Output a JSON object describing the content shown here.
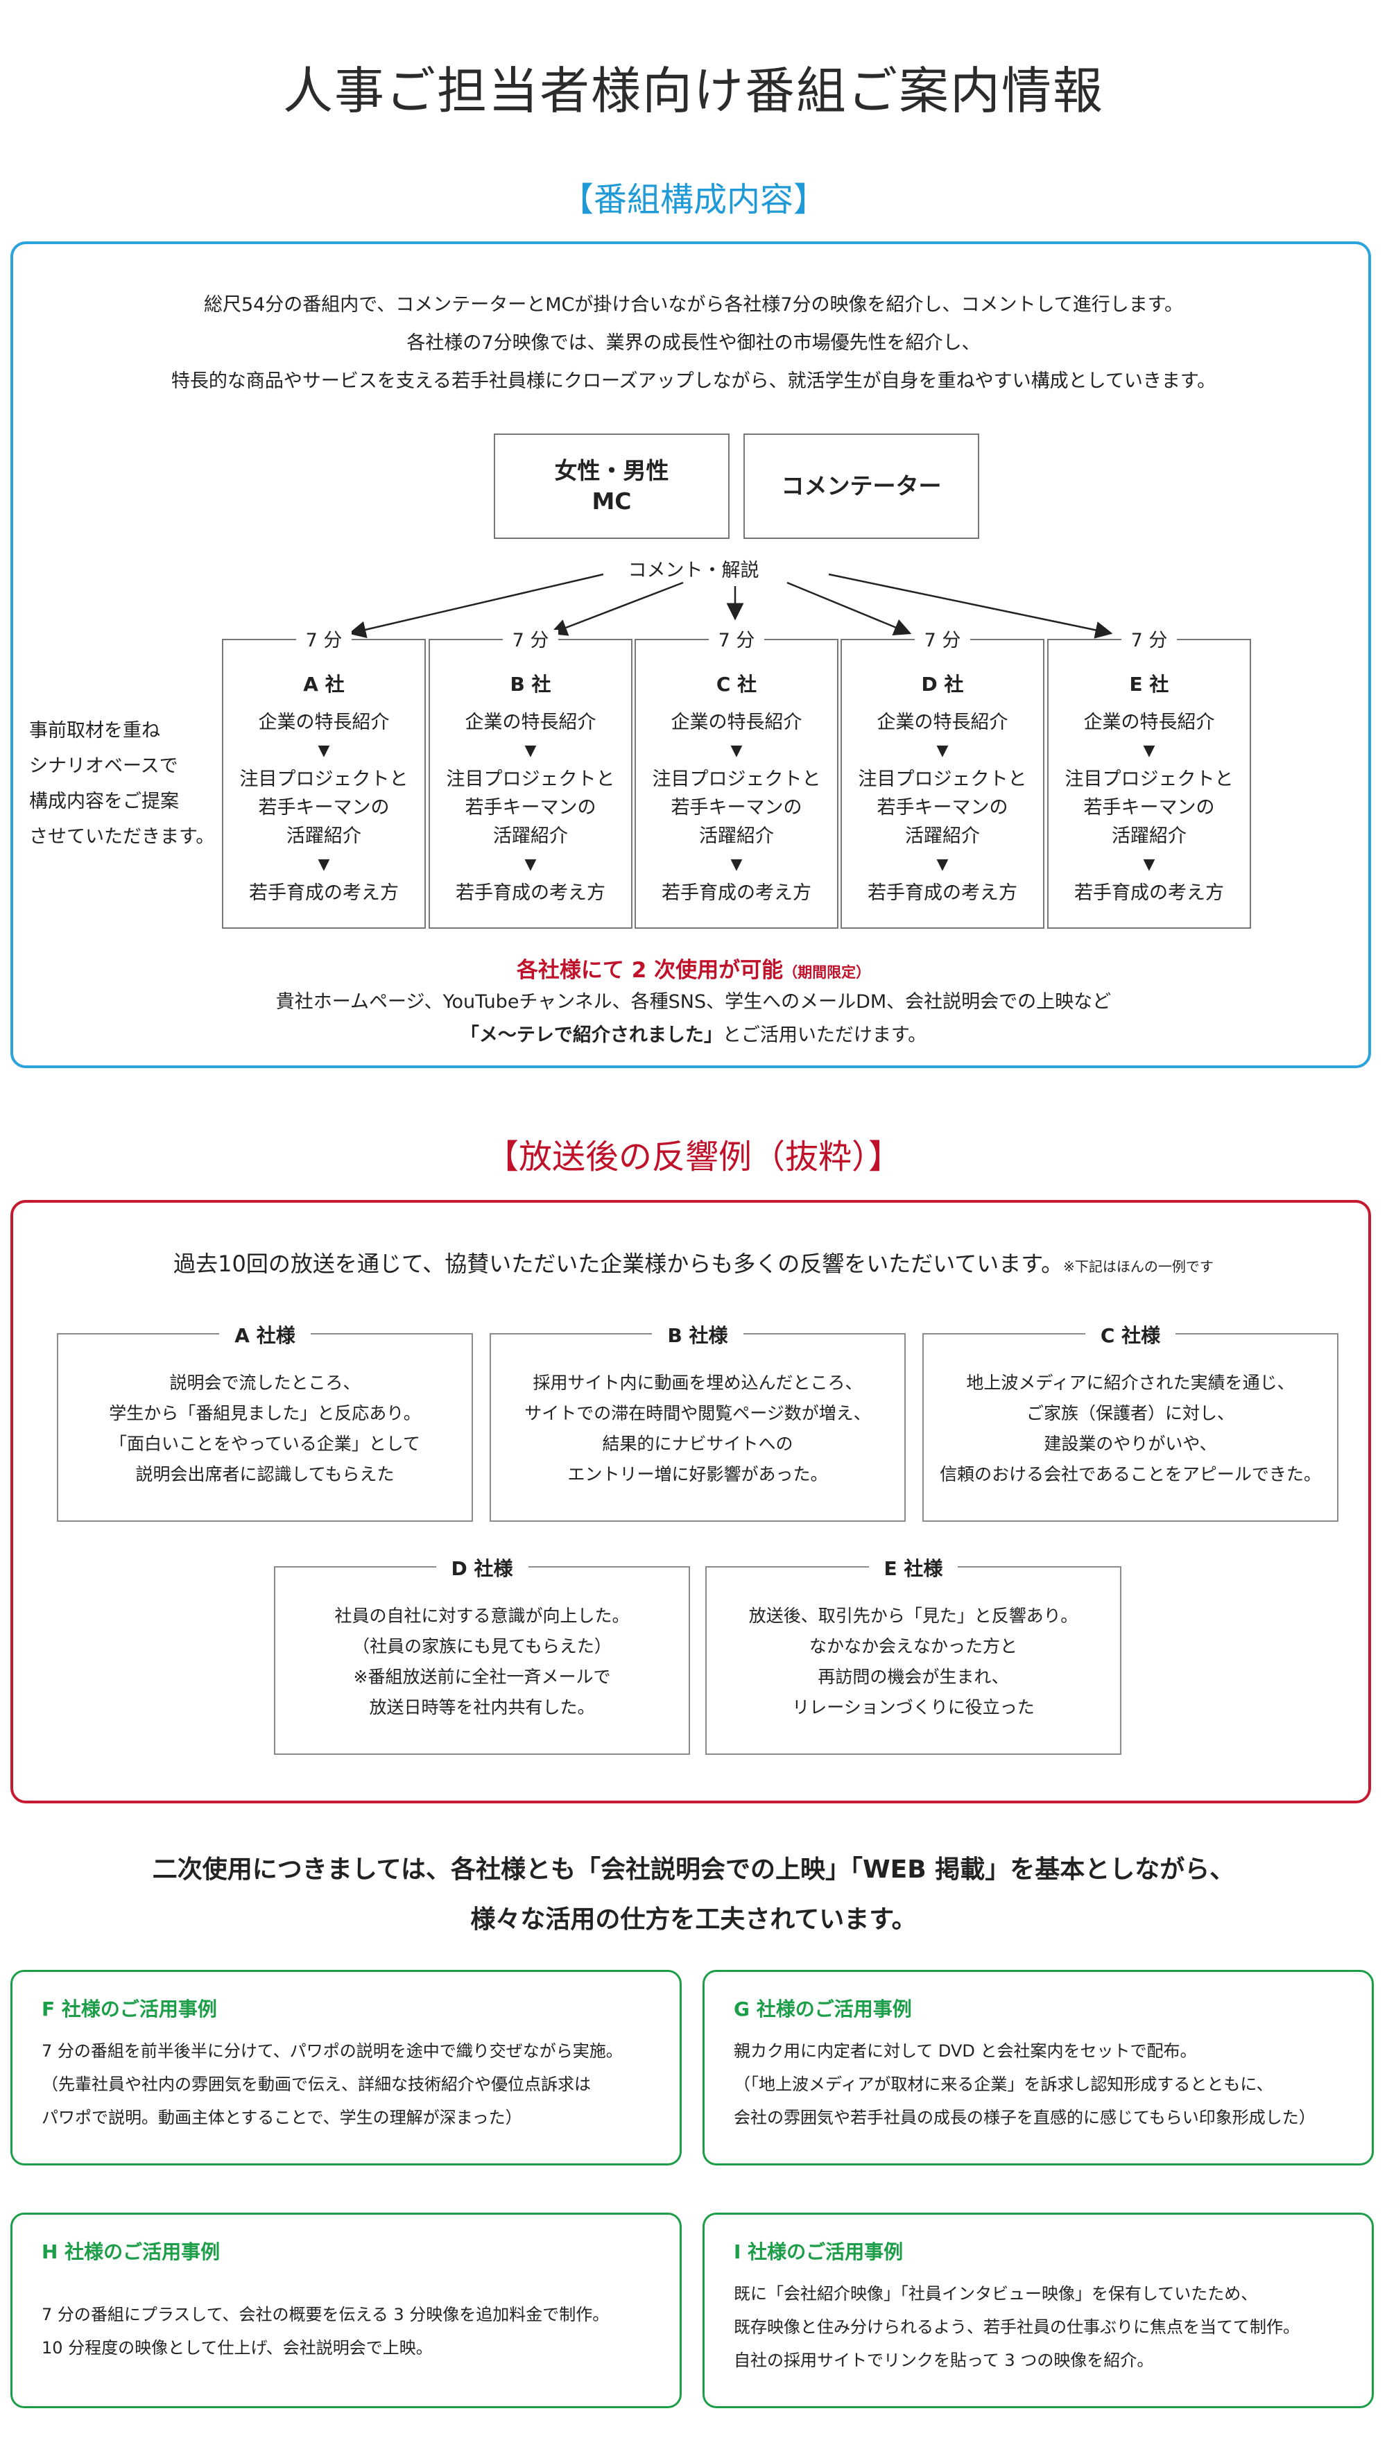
{
  "title": "人事ご担当者様向け番組ご案内情報",
  "program": {
    "heading": "【番組構成内容】",
    "intro": [
      "総尺54分の番組内で、コメンテーターとMCが掛け合いながら各社様7分の映像を紹介し、コメントして進行します。",
      "各社様の7分映像では、業界の成長性や御社の市場優先性を紹介し、",
      "特長的な商品やサービスを支える若手社員様にクローズアップしながら、就活学生が自身を重ねやすい構成としていきます。"
    ],
    "mc_line1": "女性・男性",
    "mc_line2": "MC",
    "commentator": "コメンテーター",
    "comment_label": "コメント・解説",
    "side_note": [
      "事前取材を重ね",
      "シナリオベースで",
      "構成内容をご提案",
      "させていただきます。"
    ],
    "companies": [
      {
        "time": "7 分",
        "name": "A 社",
        "item1": "企業の特長紹介",
        "item2": [
          "注目プロジェクトと",
          "若手キーマンの",
          "活躍紹介"
        ],
        "item3": "若手育成の考え方"
      },
      {
        "time": "7 分",
        "name": "B 社",
        "item1": "企業の特長紹介",
        "item2": [
          "注目プロジェクトと",
          "若手キーマンの",
          "活躍紹介"
        ],
        "item3": "若手育成の考え方"
      },
      {
        "time": "7 分",
        "name": "C 社",
        "item1": "企業の特長紹介",
        "item2": [
          "注目プロジェクトと",
          "若手キーマンの",
          "活躍紹介"
        ],
        "item3": "若手育成の考え方"
      },
      {
        "time": "7 分",
        "name": "D 社",
        "item1": "企業の特長紹介",
        "item2": [
          "注目プロジェクトと",
          "若手キーマンの",
          "活躍紹介"
        ],
        "item3": "若手育成の考え方"
      },
      {
        "time": "7 分",
        "name": "E 社",
        "item1": "企業の特長紹介",
        "item2": [
          "注目プロジェクトと",
          "若手キーマンの",
          "活躍紹介"
        ],
        "item3": "若手育成の考え方"
      }
    ],
    "arrow_glyph": "▼",
    "secondary_use_title": "各社様にて 2 次使用が可能",
    "secondary_use_note": "（期間限定）",
    "secondary_use_line1": "貴社ホームページ、YouTubeチャンネル、各種SNS、学生へのメールDM、会社説明会での上映など",
    "secondary_use_bold": "「メ〜テレで紹介されました」",
    "secondary_use_rest": "とご活用いただけます。"
  },
  "feedback": {
    "heading": "【放送後の反響例（抜粋）】",
    "intro": "過去10回の放送を通じて、協賛いただいた企業様からも多くの反響をいただいています。",
    "intro_note": "※下記はほんの一例です",
    "items": [
      {
        "name": "A 社様",
        "lines": [
          "説明会で流したところ、",
          "学生から「番組見ました」と反応あり。",
          "「面白いことをやっている企業」として",
          "説明会出席者に認識してもらえた"
        ]
      },
      {
        "name": "B 社様",
        "lines": [
          "採用サイト内に動画を埋め込んだところ、",
          "サイトでの滞在時間や閲覧ページ数が増え、",
          "結果的にナビサイトへの",
          "エントリー増に好影響があった。"
        ]
      },
      {
        "name": "C 社様",
        "lines": [
          "地上波メディアに紹介された実績を通じ、",
          "ご家族（保護者）に対し、",
          "建設業のやりがいや、",
          "信頼のおける会社であることをアピールできた。"
        ]
      },
      {
        "name": "D 社様",
        "lines": [
          "社員の自社に対する意識が向上した。",
          "（社員の家族にも見てもらえた）",
          "※番組放送前に全社一斉メールで",
          "放送日時等を社内共有した。"
        ]
      },
      {
        "name": "E 社様",
        "lines": [
          "放送後、取引先から「見た」と反響あり。",
          "なかなか会えなかった方と",
          "再訪問の機会が生まれ、",
          "リレーションづくりに役立った"
        ]
      }
    ]
  },
  "secondary": {
    "line1": "二次使用につきましては、各社様とも「会社説明会での上映」「WEB 掲載」を基本としながら、",
    "line2": "様々な活用の仕方を工夫されています。"
  },
  "cases": [
    {
      "title": "F 社様のご活用事例",
      "lines": [
        "7 分の番組を前半後半に分けて、パワポの説明を途中で織り交ぜながら実施。",
        "（先輩社員や社内の雰囲気を動画で伝え、詳細な技術紹介や優位点訴求は",
        "パワポで説明。動画主体とすることで、学生の理解が深まった）"
      ]
    },
    {
      "title": "G 社様のご活用事例",
      "lines": [
        "親カク用に内定者に対して DVD と会社案内をセットで配布。",
        "（「地上波メディアが取材に来る企業」を訴求し認知形成するとともに、",
        "会社の雰囲気や若手社員の成長の様子を直感的に感じてもらい印象形成した）"
      ]
    },
    {
      "title": "H 社様のご活用事例",
      "lines": [
        "7 分の番組にプラスして、会社の概要を伝える 3 分映像を追加料金で制作。",
        "10 分程度の映像として仕上げ、会社説明会で上映。"
      ]
    },
    {
      "title": "I 社様のご活用事例",
      "lines": [
        "既に「会社紹介映像」「社員インタビュー映像」を保有していたため、",
        "既存映像と住み分けられるよう、若手社員の仕事ぶりに焦点を当てて制作。",
        "自社の採用サイトでリンクを貼って 3 つの映像を紹介。"
      ]
    }
  ],
  "colors": {
    "blue": "#2aa2dc",
    "red": "#c51a2f",
    "green": "#1c9e48"
  }
}
